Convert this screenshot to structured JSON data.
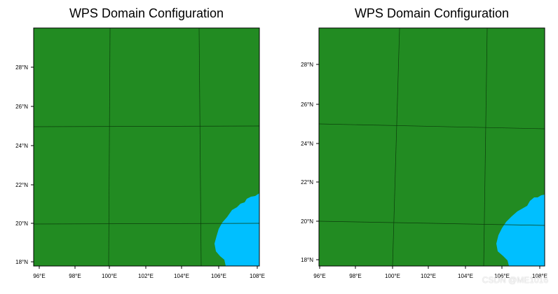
{
  "colors": {
    "land": "#228b22",
    "ocean": "#00bfff",
    "gridline": "#0b3d0b",
    "frame": "#000000",
    "text": "#000000"
  },
  "maps": [
    {
      "title": "WPS Domain Configuration",
      "lon_ticks": [
        "96°E",
        "98°E",
        "100°E",
        "102°E",
        "104°E",
        "106°E",
        "108°E"
      ],
      "lat_ticks": [
        "18°N",
        "20°N",
        "22°N",
        "24°N",
        "26°N",
        "28°N"
      ]
    },
    {
      "title": "WPS Domain Configuration",
      "lon_ticks": [
        "96°E",
        "98°E",
        "100°E",
        "102°E",
        "104°E",
        "106°E",
        "108°E"
      ],
      "lat_ticks": [
        "18°N",
        "20°N",
        "22°N",
        "24°N",
        "26°N",
        "28°N"
      ]
    }
  ],
  "watermark": "CSDN @ME1016"
}
